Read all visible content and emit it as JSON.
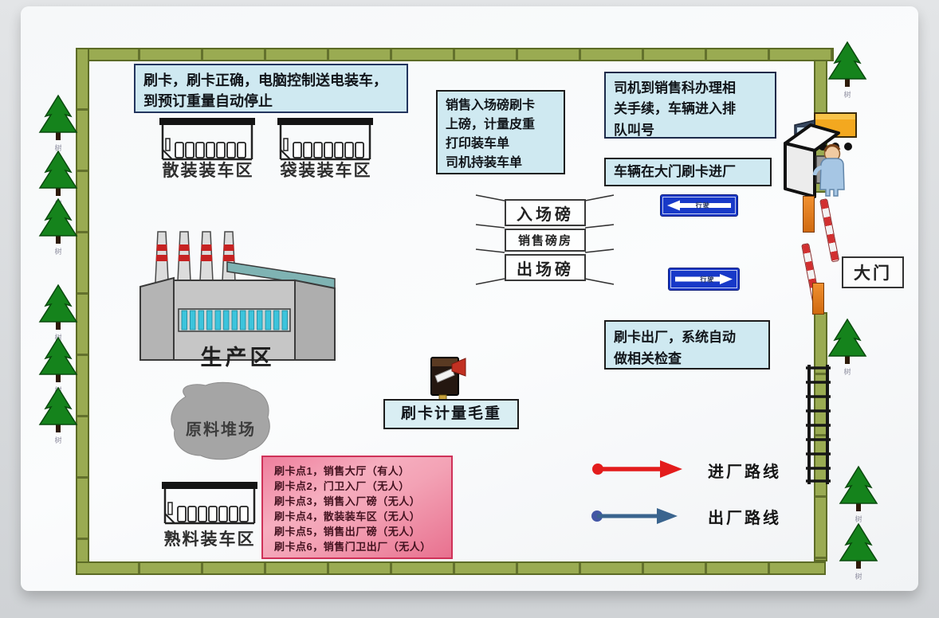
{
  "notes": {
    "loading_control": "刷卡，刷卡正确，电脑控制送电装车，\n到预订重量自动停止",
    "entry_weighing": "销售入场磅刷卡\n上磅，计量皮重\n打印装车单\n司机持装车单",
    "driver_procedure": "司机到销售科办理相\n关手续，车辆进入排\n队叫号",
    "gate_entry": "车辆在大门刷卡进厂",
    "exit_check": "刷卡出厂，系统自动\n做相关检查",
    "gross_weight": "刷卡计量毛重"
  },
  "areas": {
    "bulk_loading": "散装装车区",
    "bag_loading": "袋装装车区",
    "production": "生产区",
    "raw_yard": "原料堆场",
    "clinker_loading": "熟料装车区",
    "gate": "大门"
  },
  "scales": {
    "entry": "入场磅",
    "house": "销售磅房",
    "exit": "出场磅"
  },
  "card_points": {
    "items": [
      "刷卡点1，销售大厅（有人）",
      "刷卡点2，门卫入厂（无人）",
      "刷卡点3，销售入厂磅（无人）",
      "刷卡点4，散装装车区（无人）",
      "刷卡点5，销售出厂磅（无人）",
      "刷卡点6，销售门卫出厂（无人）"
    ]
  },
  "legend": {
    "entry_route": "进厂路线",
    "exit_route": "出厂路线"
  },
  "signs": {
    "left_sign_text": "行驶",
    "right_sign_text": "行驶"
  },
  "tree_label": "树",
  "colors": {
    "wall": "#9aab52",
    "note_bg": "#cfe9f1",
    "entry_arrow": "#e31c1c",
    "exit_arrow": "#3a648e",
    "card_box_border": "#cf3158",
    "sign_blue": "#1839c8"
  }
}
